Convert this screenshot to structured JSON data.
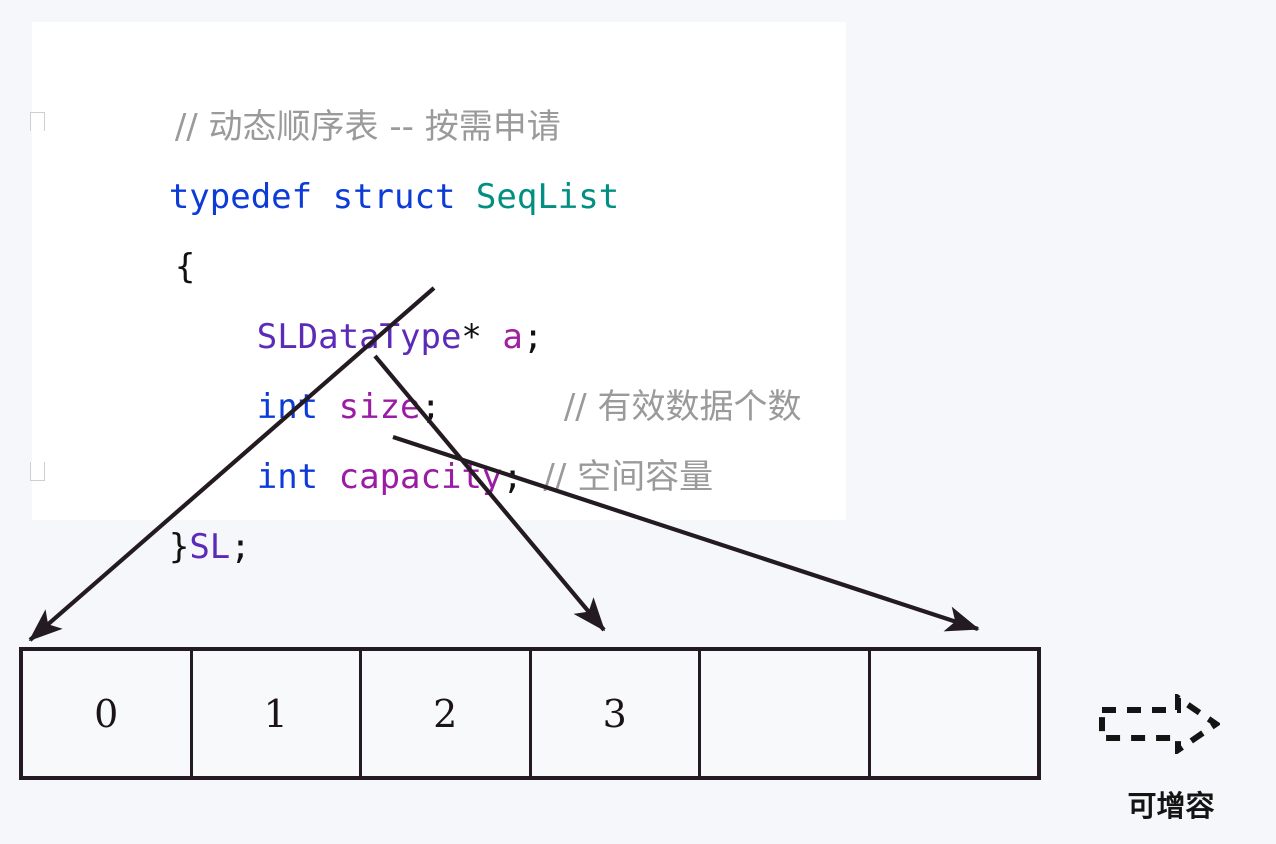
{
  "page": {
    "background_color": "#f5f7fa",
    "title": "动态顺序表结构示意图"
  },
  "code_block": {
    "background_color": "#ffffff",
    "language": "C",
    "fold_markers": [
      "fold-marker-typedef",
      "fold-marker-close-brace"
    ],
    "lines": [
      {
        "id": "comment-line",
        "indent": "",
        "tokens": [
          {
            "type": "comment",
            "text": "// 动态顺序表 -- 按需申请",
            "color": "#9a9a9a"
          }
        ]
      },
      {
        "id": "typedef-line",
        "indent": "",
        "tokens": [
          {
            "type": "keyword",
            "text": "typedef",
            "color": "#0d3bd8"
          },
          {
            "type": "plain",
            "text": " "
          },
          {
            "type": "keyword",
            "text": "struct",
            "color": "#0d3bd8"
          },
          {
            "type": "plain",
            "text": " "
          },
          {
            "type": "typename",
            "text": "SeqList",
            "color": "#008f80"
          }
        ]
      },
      {
        "id": "open-brace-line",
        "indent": "",
        "tokens": [
          {
            "type": "punct",
            "text": "{",
            "color": "#111111"
          }
        ]
      },
      {
        "id": "member-a-line",
        "indent": "    ",
        "tokens": [
          {
            "type": "typename",
            "text": "SLDataType",
            "color": "#5b2bb8"
          },
          {
            "type": "punct",
            "text": "*",
            "color": "#111111"
          },
          {
            "type": "plain",
            "text": " "
          },
          {
            "type": "variable",
            "text": "a",
            "color": "#a020a0"
          },
          {
            "type": "punct",
            "text": ";",
            "color": "#111111"
          }
        ]
      },
      {
        "id": "member-size-line",
        "indent": "    ",
        "tokens": [
          {
            "type": "keyword",
            "text": "int",
            "color": "#0d3bd8"
          },
          {
            "type": "plain",
            "text": " "
          },
          {
            "type": "variable",
            "text": "size",
            "color": "#9b1ba5"
          },
          {
            "type": "punct",
            "text": ";",
            "color": "#111111"
          },
          {
            "type": "plain",
            "text": "      "
          },
          {
            "type": "comment",
            "text": "// 有效数据个数",
            "color": "#9a9a9a"
          }
        ]
      },
      {
        "id": "member-capacity-line",
        "indent": "    ",
        "tokens": [
          {
            "type": "keyword",
            "text": "int",
            "color": "#0d3bd8"
          },
          {
            "type": "plain",
            "text": " "
          },
          {
            "type": "variable",
            "text": "capacity",
            "color": "#9b1ba5"
          },
          {
            "type": "punct",
            "text": ";",
            "color": "#111111"
          },
          {
            "type": "plain",
            "text": " "
          },
          {
            "type": "comment",
            "text": "// 空间容量",
            "color": "#9a9a9a"
          }
        ]
      },
      {
        "id": "close-brace-line",
        "indent": "",
        "tokens": [
          {
            "type": "punct",
            "text": "}",
            "color": "#111111"
          },
          {
            "type": "typename",
            "text": "SL",
            "color": "#5b2bb8"
          },
          {
            "type": "punct",
            "text": ";",
            "color": "#111111"
          }
        ]
      }
    ]
  },
  "array_diagram": {
    "border_color": "#241b22",
    "cell_count": 6,
    "cells": [
      {
        "index": 0,
        "value": "0",
        "filled": true
      },
      {
        "index": 1,
        "value": "1",
        "filled": true
      },
      {
        "index": 2,
        "value": "2",
        "filled": true
      },
      {
        "index": 3,
        "value": "3",
        "filled": true
      },
      {
        "index": 4,
        "value": "",
        "filled": false
      },
      {
        "index": 5,
        "value": "",
        "filled": false
      }
    ]
  },
  "annotations": {
    "arrow_color": "#241b22",
    "pointers": [
      {
        "id": "a-to-array-start",
        "from": "a",
        "to": "array-cell-0-top-left"
      },
      {
        "id": "size-to-used-end",
        "from": "size",
        "to": "array-after-cell-3"
      },
      {
        "id": "capacity-to-array-end",
        "from": "capacity",
        "to": "array-right-end"
      }
    ],
    "grow": {
      "arrow_style": "dashed-block-arrow-right",
      "label": "可增容"
    }
  }
}
